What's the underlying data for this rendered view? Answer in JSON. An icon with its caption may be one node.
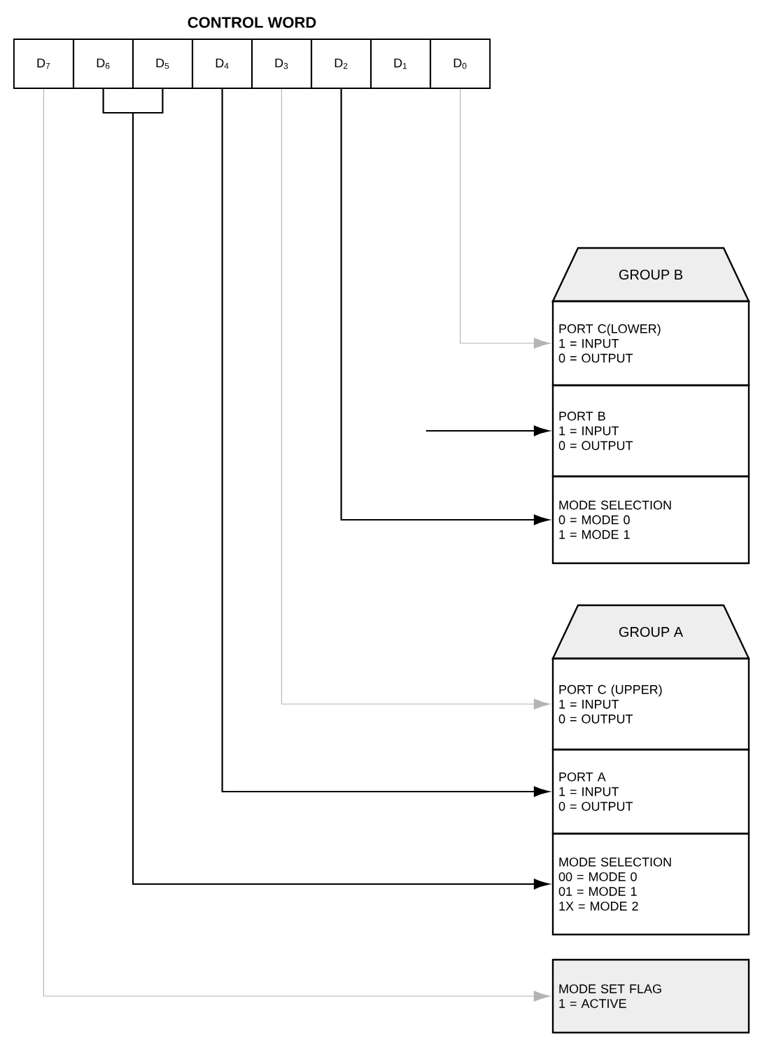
{
  "diagram": {
    "title": "CONTROL WORD",
    "nodes": [
      {
        "text": [
          "D$_{7}$"
        ]
      },
      {
        "text": [
          "D$_{6}$"
        ]
      },
      {
        "text": [
          "D$_{5}$"
        ]
      },
      {
        "text": [
          "D$_{4}$"
        ]
      },
      {
        "text": [
          "D$_{3}$"
        ]
      },
      {
        "text": [
          "D$_{2}$"
        ]
      },
      {
        "text": [
          "D$_{1}$"
        ]
      },
      {
        "text": [
          "D$_{0}$"
        ]
      },
      {
        "text": [
          "GROUP B"
        ]
      },
      {
        "text": [
          "PORT C(LOWER)",
          "1 = INPUT",
          "0 = OUTPUT"
        ]
      },
      {
        "text": [
          "PORT B",
          "1 = INPUT",
          "0 = OUTPUT"
        ]
      },
      {
        "text": [
          "MODE SELECTION",
          "0 = MODE 0",
          "1 = MODE 1"
        ]
      },
      {
        "text": [
          "GROUP A"
        ]
      },
      {
        "text": [
          "PORT C (UPPER)",
          "1 = INPUT",
          "0 = OUTPUT"
        ]
      },
      {
        "text": [
          "PORT A",
          "1 = INPUT",
          "0 = OUTPUT"
        ]
      },
      {
        "text": [
          "MODE SELECTION",
          "00 = MODE 0",
          "01 = MODE 1",
          "1X = MODE 2"
        ]
      },
      {
        "text": [
          "MODE SET FLAG",
          "1 = ACTIVE"
        ]
      }
    ],
    "edges": [
      {
        "from": 7,
        "to": 9,
        "arrow": "to",
        "color": "#b4b4b4"
      },
      {
        "from": null,
        "to": 10,
        "arrow": "to"
      },
      {
        "from": 5,
        "to": 11,
        "arrow": "to"
      },
      {
        "from": 4,
        "to": 13,
        "arrow": "to",
        "color": "#b4b4b4"
      },
      {
        "from": 3,
        "to": 14,
        "arrow": "to"
      },
      {
        "from": 1,
        "to": 15,
        "arrow": "to"
      },
      {
        "from": 2,
        "to": 15,
        "arrow": "to"
      },
      {
        "from": 0,
        "to": 16,
        "arrow": "to",
        "color": "#b4b4b4"
      }
    ]
  }
}
